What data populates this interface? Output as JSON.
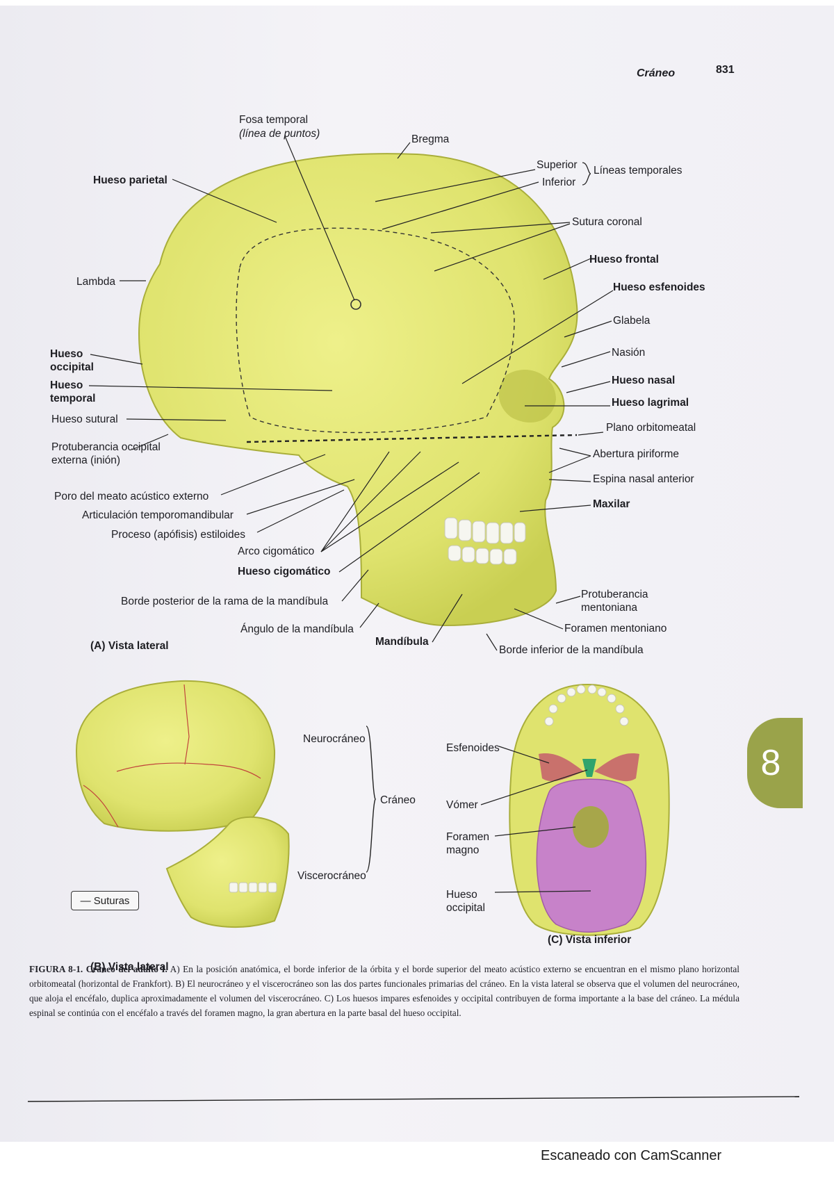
{
  "header": {
    "running_title": "Cráneo",
    "page_number": "831"
  },
  "colors": {
    "bone": "#dfe36e",
    "sphenoid": "#c9716c",
    "vomer": "#2fa46d",
    "occipital": "#c782c9",
    "tab": "#9aa34a"
  },
  "figure_a": {
    "panel_label": "(A) Vista lateral",
    "labels": {
      "fosa_temporal": "Fosa temporal",
      "linea_de_puntos": "(línea de puntos)",
      "bregma": "Bregma",
      "superior": "Superior",
      "inferior": "Inferior",
      "lineas_temporales": "Líneas temporales",
      "hueso_parietal": "Hueso parietal",
      "sutura_coronal": "Sutura coronal",
      "hueso_frontal": "Hueso frontal",
      "lambda": "Lambda",
      "hueso_esfenoides": "Hueso esfenoides",
      "glabela": "Glabela",
      "nasion": "Nasión",
      "hueso_nasal": "Hueso nasal",
      "hueso_lagrimal": "Hueso lagrimal",
      "hueso_occipital": "Hueso occipital",
      "hueso_temporal": "Hueso temporal",
      "hueso_sutural": "Hueso sutural",
      "plano_orbitomeatal": "Plano orbitomeatal",
      "protuberancia_occipital": "Protuberancia occipital externa (inión)",
      "abertura_piriforme": "Abertura piriforme",
      "espina_nasal": "Espina nasal anterior",
      "poro_meato": "Poro del meato acústico externo",
      "maxilar": "Maxilar",
      "articulacion_tm": "Articulación temporomandibular",
      "proceso_estiloides": "Proceso (apófisis) estiloides",
      "arco_cigomatico": "Arco cigomático",
      "hueso_cigomatico": "Hueso cigomático",
      "borde_posterior_rama": "Borde posterior de la rama de la mandíbula",
      "protuberancia_mentoniana": "Protuberancia mentoniana",
      "angulo_mandibula": "Ángulo de la mandíbula",
      "foramen_mentoniano": "Foramen mentoniano",
      "mandibula": "Mandíbula",
      "borde_inferior_mandibula": "Borde inferior de la mandíbula"
    }
  },
  "figure_b": {
    "panel_label": "(B) Vista lateral",
    "neurocraneo": "Neurocráneo",
    "craneo": "Cráneo",
    "viscerocraneo": "Viscerocráneo",
    "legend_suturas": "— Suturas"
  },
  "figure_c": {
    "panel_label": "(C) Vista inferior",
    "esfenoides": "Esfenoides",
    "vomer": "Vómer",
    "foramen_magno": "Foramen magno",
    "hueso_occipital": "Hueso occipital"
  },
  "caption": {
    "lead": "FIGURA 8-1. Cráneo del adulto I.",
    "body": "A) En la posición anatómica, el borde inferior de la órbita y el borde superior del meato acústico externo se encuentran en el mismo plano horizontal orbitomeatal (horizontal de Frankfort). B) El neurocráneo y el viscerocráneo son las dos partes funcionales primarias del cráneo. En la vista lateral se observa que el volumen del neurocráneo, que aloja el encéfalo, duplica aproximadamente el volumen del viscerocráneo. C) Los huesos impares esfenoides y occipital contribuyen de forma importante a la base del cráneo. La médula espinal se continúa con el encéfalo a través del foramen magno, la gran abertura en la parte basal del hueso occipital."
  },
  "chapter_tab": "8",
  "footer": {
    "scanner": "Escaneado con CamScanner"
  }
}
